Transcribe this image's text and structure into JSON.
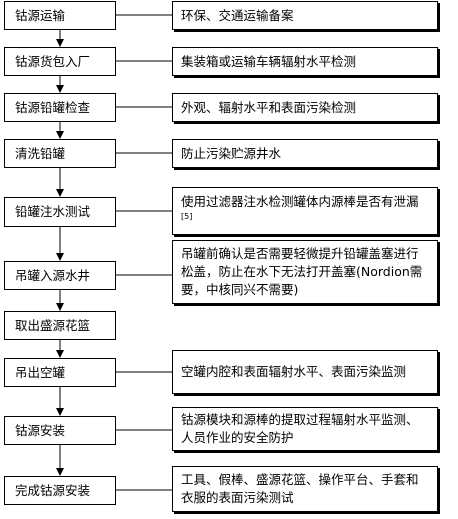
{
  "steps": [
    "钴源运输",
    "钴源货包入厂",
    "钴源铅罐检查",
    "清洗铅罐",
    "铅罐注水测试",
    "吊罐入源水井",
    "取出盛源花篮",
    "吊出空罐",
    "钴源安装",
    "完成钴源安装"
  ],
  "notes": [
    "环保、交通运输备案",
    "集装箱或运输车辆辐射水平检测",
    "外观、辐射水平和表面污染检测",
    "防止污染贮源井水",
    "使用过滤器注水检测罐体内源棒是否有泄漏",
    "吊罐前确认是否需要轻微提升铅罐盖塞进行松盖，防止在水下无法打开盖塞(Nordion需要，中核同兴不需要)",
    "空罐内腔和表面辐射水平、表面污染监测",
    "钴源模块和源棒的提取过程辐射水平监测、人员作业的安全防护",
    "工具、假棒、盛源花篮、操作平台、手套和衣服的表面污染测试"
  ],
  "note4_ref": "[5]"
}
